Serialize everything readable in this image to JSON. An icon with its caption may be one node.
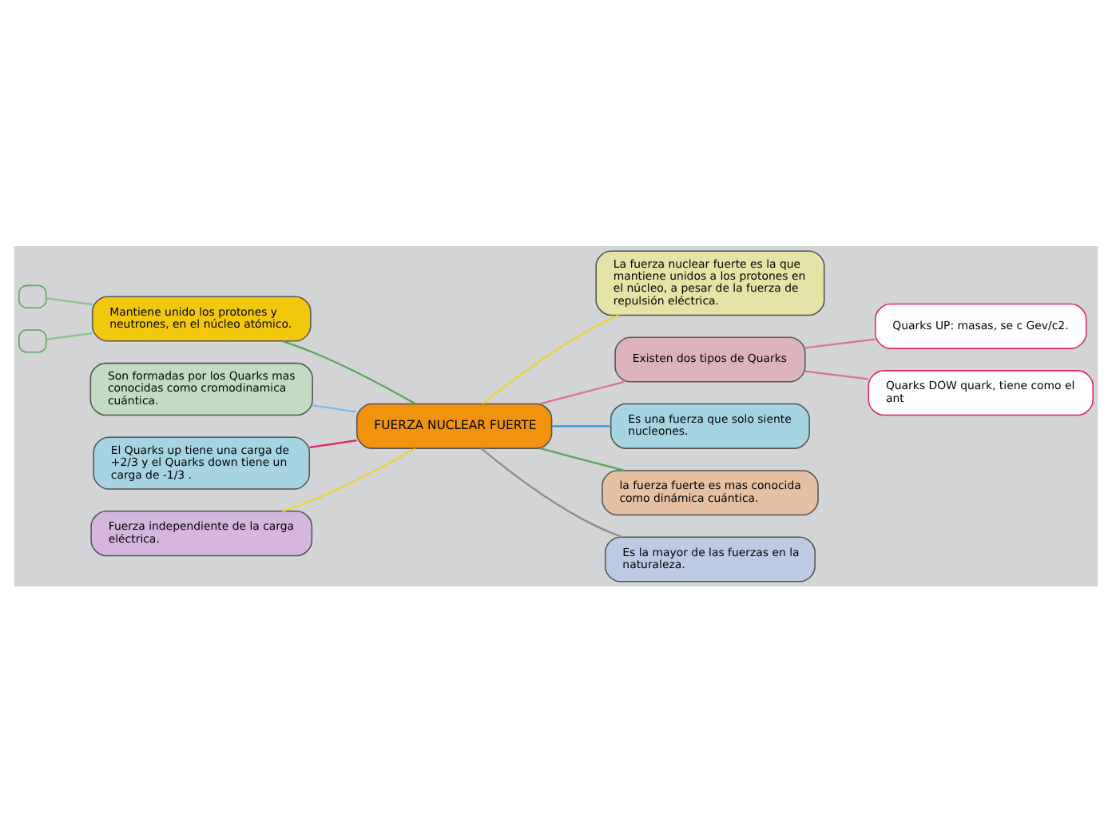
{
  "diagram": {
    "nodes": [
      {
        "text": [
          "FUERZA NUCLEAR FUERTE"
        ]
      },
      {
        "text": [
          "Mantiene unido los protones y neutrones, en el núcleo atómico."
        ]
      },
      {
        "text": [],
        "shape": "box"
      },
      {
        "text": [],
        "shape": "box"
      },
      {
        "text": [
          "Son formadas por los Quarks mas conocidas como cromodinamica cuántica."
        ]
      },
      {
        "text": [
          "El Quarks up tiene una carga de +2/3 y el Quarks down tiene un carga de -1/3 ."
        ]
      },
      {
        "text": [
          "Fuerza independiente de la carga eléctrica."
        ]
      },
      {
        "text": [
          "La fuerza nuclear fuerte es la que mantiene unidos a los protones en el núcleo, a pesar de la fuerza de repulsión eléctrica."
        ]
      },
      {
        "text": [
          "Existen dos tipos de Quarks"
        ]
      },
      {
        "text": [
          "Quarks UP: masas, se c Gev/c2."
        ]
      },
      {
        "text": [
          "Quarks DOW quark, tiene como el ant"
        ]
      },
      {
        "text": [
          "Es una fuerza que solo siente nucleones."
        ]
      },
      {
        "text": [
          "la fuerza fuerte es mas conocida como dinámica cuántica."
        ]
      },
      {
        "text": [
          "Es la mayor de las fuerzas en la naturaleza."
        ]
      }
    ],
    "edges": [
      {
        "from": 0,
        "to": 1,
        "arrow": "none",
        "color": "#5aa55a"
      },
      {
        "from": 1,
        "to": 2,
        "arrow": "none",
        "color": "#8cc08c"
      },
      {
        "from": 1,
        "to": 3,
        "arrow": "none",
        "color": "#8cc08c"
      },
      {
        "from": 0,
        "to": 4,
        "arrow": "none",
        "color": "#7fb8e0"
      },
      {
        "from": 0,
        "to": 5,
        "arrow": "none",
        "color": "#e0245e"
      },
      {
        "from": 0,
        "to": 6,
        "arrow": "none",
        "color": "#f2d32a"
      },
      {
        "from": 0,
        "to": 7,
        "arrow": "none",
        "color": "#f2d32a"
      },
      {
        "from": 0,
        "to": 8,
        "arrow": "none",
        "color": "#e07090"
      },
      {
        "from": 8,
        "to": 9,
        "arrow": "none",
        "color": "#e07090"
      },
      {
        "from": 8,
        "to": 10,
        "arrow": "none",
        "color": "#e07090"
      },
      {
        "from": 0,
        "to": 11,
        "arrow": "none",
        "color": "#2f9ae0"
      },
      {
        "from": 0,
        "to": 12,
        "arrow": "none",
        "color": "#5aa55a"
      },
      {
        "from": 0,
        "to": 13,
        "arrow": "none",
        "color": "#8c8c8c"
      }
    ]
  }
}
